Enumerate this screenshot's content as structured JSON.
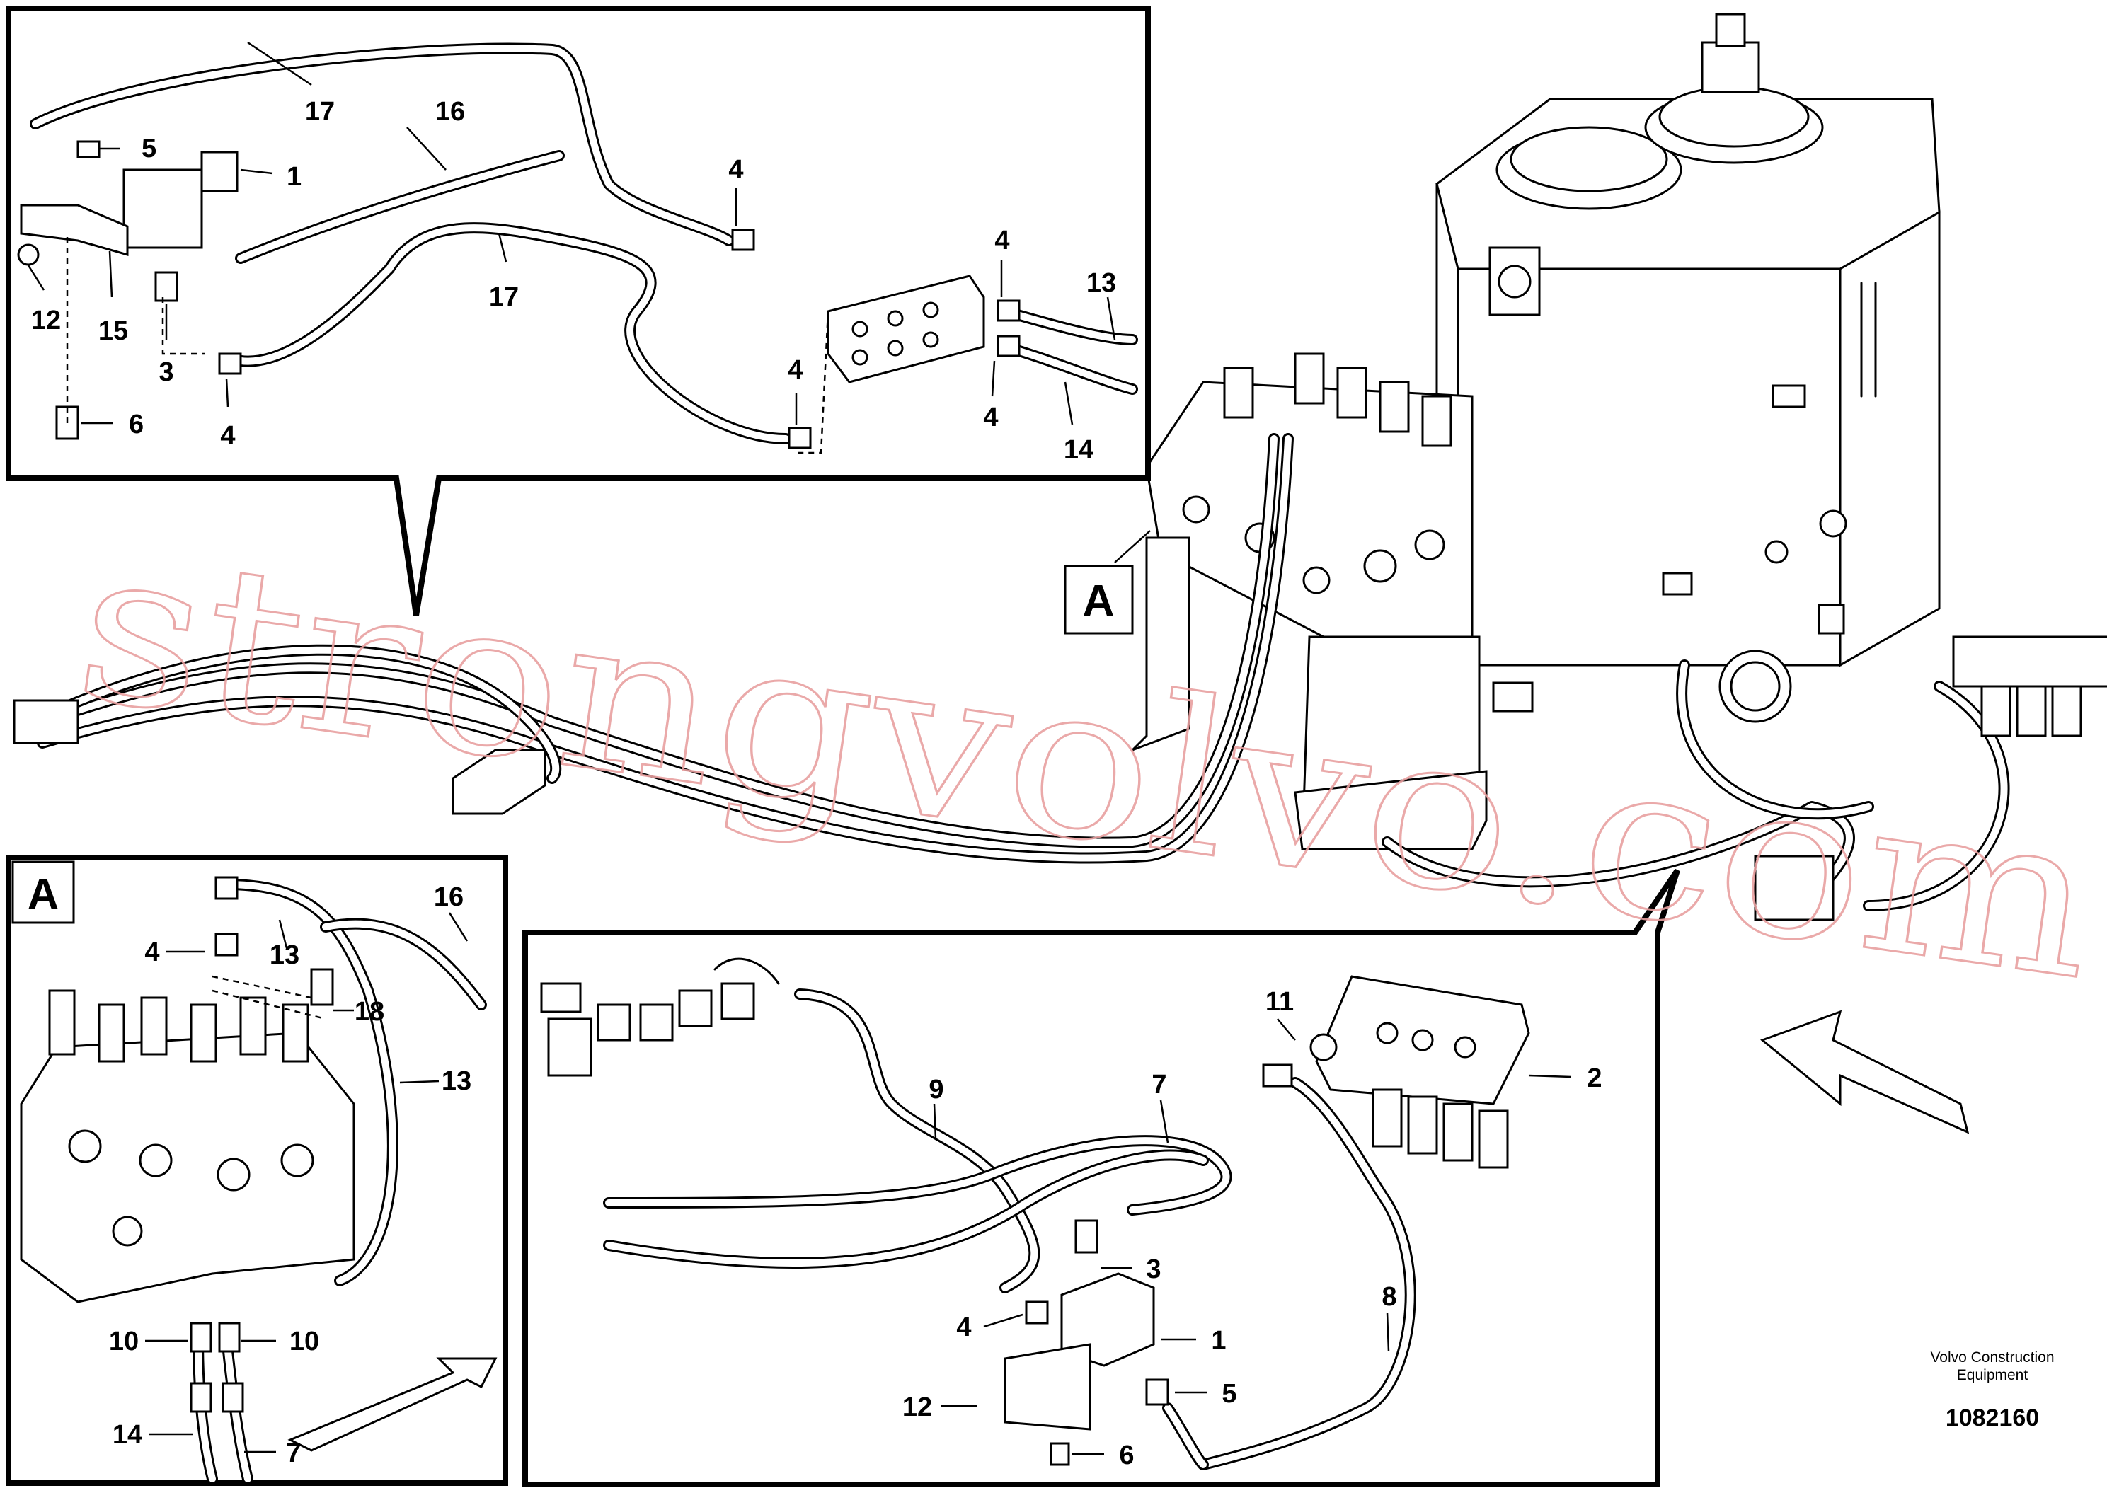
{
  "watermark": "strongvolvo.com",
  "footer": {
    "maker_line1": "Volvo Construction",
    "maker_line2": "Equipment",
    "doc_number": "1082160"
  },
  "section_labels": {
    "main_view": "A",
    "inset": "A"
  },
  "callouts": {
    "top_inset": [
      "17",
      "16",
      "5",
      "1",
      "12",
      "15",
      "3",
      "6",
      "17",
      "4",
      "4",
      "4",
      "4",
      "4",
      "13",
      "14"
    ],
    "inset_a": [
      "16",
      "4",
      "13",
      "18",
      "13",
      "10",
      "10",
      "14",
      "7"
    ],
    "bottom_inset": [
      "11",
      "2",
      "9",
      "7",
      "3",
      "4",
      "1",
      "5",
      "12",
      "6",
      "8"
    ]
  }
}
